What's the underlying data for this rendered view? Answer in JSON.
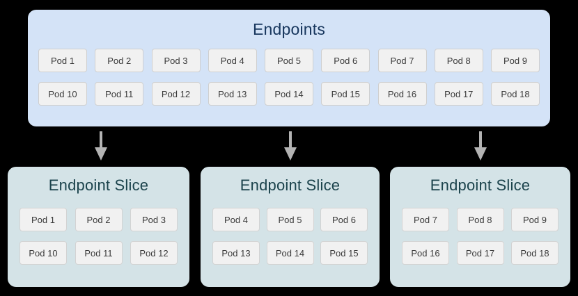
{
  "diagram": {
    "endpoints": {
      "title": "Endpoints",
      "bg_color": "#d4e3f7",
      "title_color": "#17365d",
      "rows": [
        [
          "Pod 1",
          "Pod 2",
          "Pod 3",
          "Pod 4",
          "Pod 5",
          "Pod 6",
          "Pod 7",
          "Pod 8",
          "Pod 9"
        ],
        [
          "Pod 10",
          "Pod 11",
          "Pod 12",
          "Pod 13",
          "Pod 14",
          "Pod 15",
          "Pod 16",
          "Pod 17",
          "Pod 18"
        ]
      ]
    },
    "arrows": {
      "icon": "arrow-down-icon",
      "color": "#b3b3b3",
      "count": 3
    },
    "slices": [
      {
        "title": "Endpoint Slice",
        "bg_color": "#d4e3e7",
        "title_color": "#1b434c",
        "rows": [
          [
            "Pod 1",
            "Pod 2",
            "Pod 3"
          ],
          [
            "Pod 10",
            "Pod 11",
            "Pod 12"
          ]
        ]
      },
      {
        "title": "Endpoint Slice",
        "bg_color": "#d4e3e7",
        "title_color": "#1b434c",
        "rows": [
          [
            "Pod 4",
            "Pod 5",
            "Pod 6"
          ],
          [
            "Pod 13",
            "Pod 14",
            "Pod 15"
          ]
        ]
      },
      {
        "title": "Endpoint Slice",
        "bg_color": "#d4e3e7",
        "title_color": "#1b434c",
        "rows": [
          [
            "Pod 7",
            "Pod 8",
            "Pod 9"
          ],
          [
            "Pod 16",
            "Pod 17",
            "Pod 18"
          ]
        ]
      }
    ]
  }
}
